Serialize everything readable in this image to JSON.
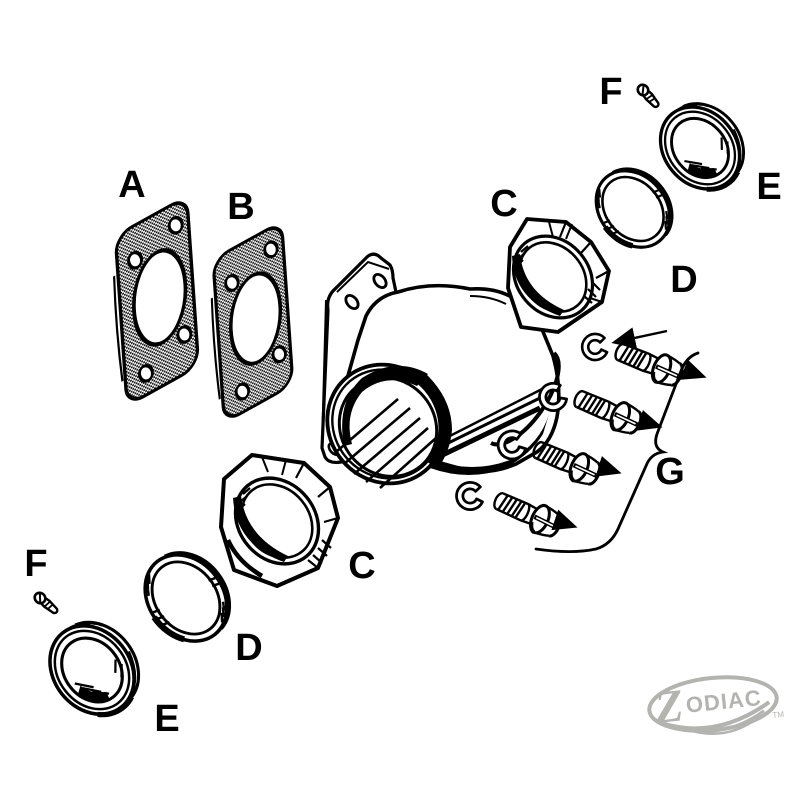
{
  "part_labels": [
    {
      "part": "gasket",
      "text": "A"
    },
    {
      "part": "gasket-thin",
      "text": "B"
    },
    {
      "part": "manifold-nut-upper",
      "text": "C"
    },
    {
      "part": "spacer-ring-upper",
      "text": "D"
    },
    {
      "part": "threaded-sleeve-upper",
      "text": "E"
    },
    {
      "part": "set-screw-upper",
      "text": "F"
    },
    {
      "part": "manifold-nut-lower",
      "text": "C"
    },
    {
      "part": "spacer-ring-lower",
      "text": "D"
    },
    {
      "part": "threaded-sleeve-lower",
      "text": "E"
    },
    {
      "part": "set-screw-lower",
      "text": "F"
    },
    {
      "part": "mounting-hardware-set",
      "text": "G"
    }
  ],
  "watermark": {
    "brand_z": "Z",
    "brand_rest": "ODIAC",
    "trademark": "TM",
    "color": "#b3b3b0"
  },
  "colors": {
    "ink": "#000000",
    "paper": "#ffffff"
  }
}
